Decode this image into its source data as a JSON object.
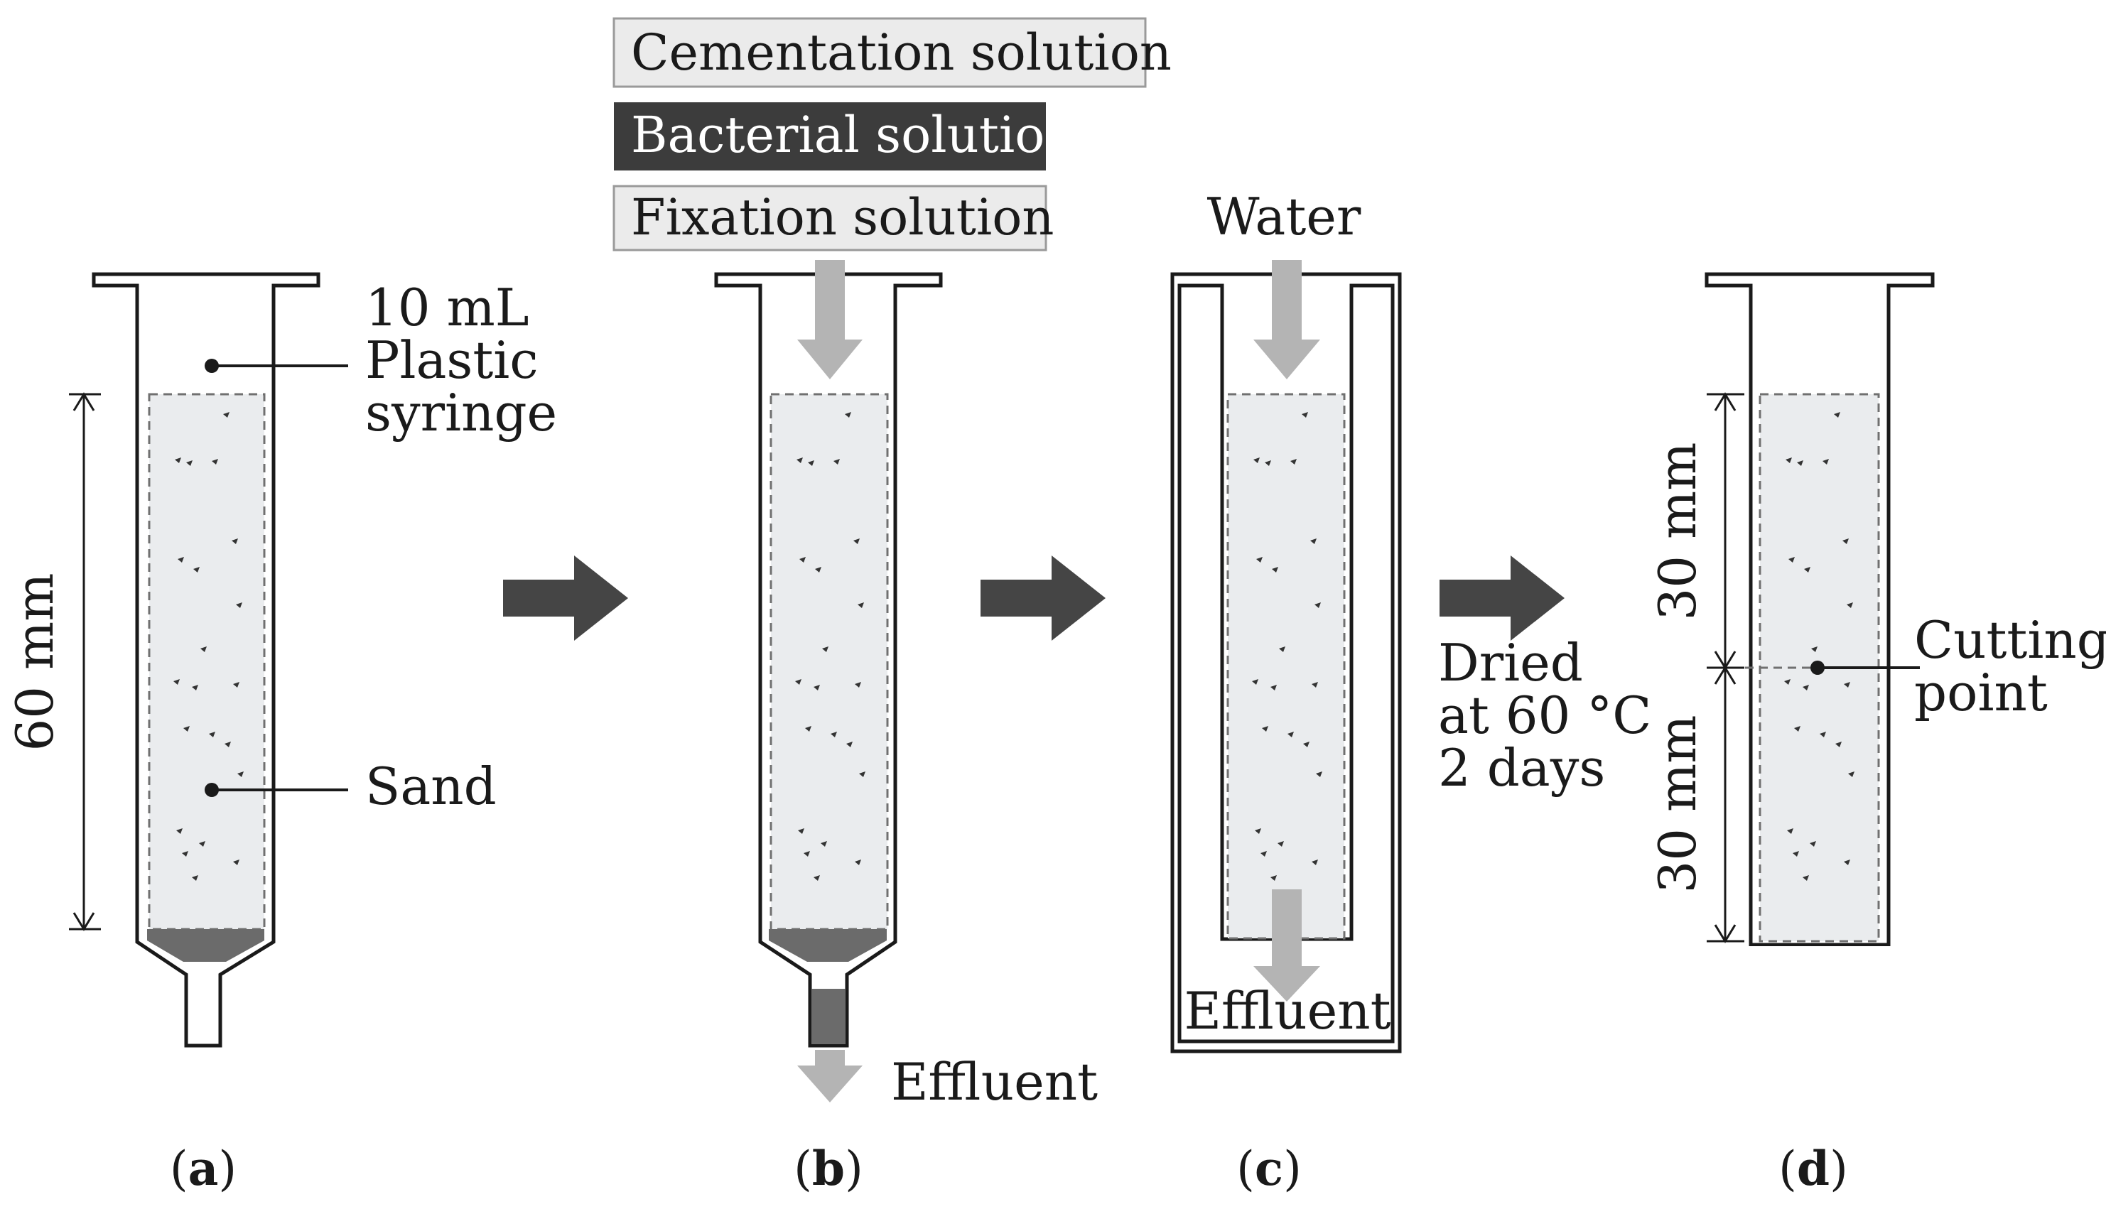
{
  "solutions": {
    "cementation": "Cementation solution",
    "bacterial": "Bacterial solution",
    "fixation": "Fixation solution"
  },
  "labels": {
    "syringe_line1": "10 mL",
    "syringe_line2": "Plastic",
    "syringe_line3": "syringe",
    "sand": "Sand",
    "height_60": "60 mm",
    "water": "Water",
    "effluent_b": "Effluent",
    "effluent_c": "Effluent",
    "dried_line1": "Dried",
    "dried_line2": "at 60 °C",
    "dried_line3": "2 days",
    "upper_30": "30 mm",
    "lower_30": "30 mm",
    "cutting_line1": "Cutting",
    "cutting_line2": "point"
  },
  "panels": {
    "a": {
      "open": "(",
      "letter": "a",
      "close": ")"
    },
    "b": {
      "open": "(",
      "letter": "b",
      "close": ")"
    },
    "c": {
      "open": "(",
      "letter": "c",
      "close": ")"
    },
    "d": {
      "open": "(",
      "letter": "d",
      "close": ")"
    }
  },
  "colors": {
    "sand_fill": "#eaecee",
    "filter_fill": "#6b6b6b",
    "bacterial_box": "#3c3c3c",
    "light_box": "#ebebeb",
    "flow_arrow": "#b4b4b4",
    "step_arrow": "#454545"
  }
}
